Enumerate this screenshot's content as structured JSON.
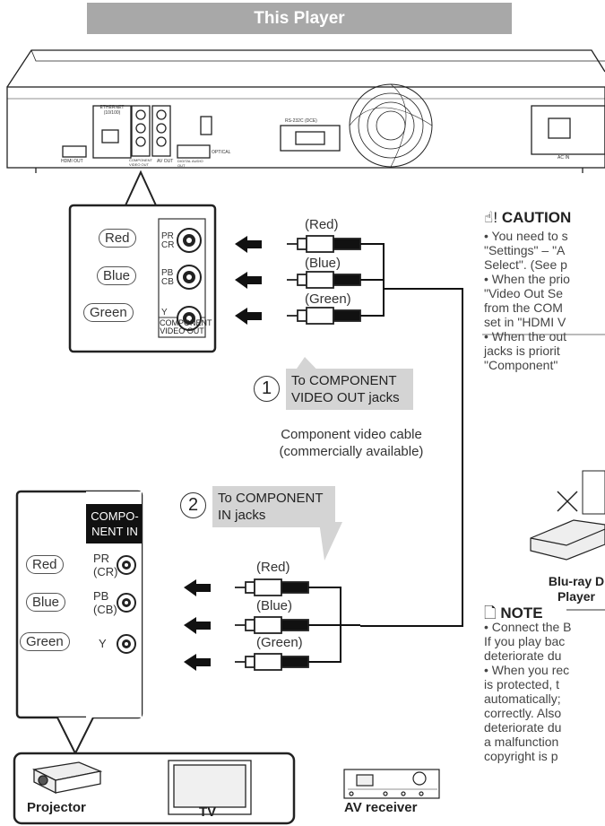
{
  "banner": {
    "title": "This Player"
  },
  "player_panel": {
    "ethernet": "ETHERNET",
    "ethernet_speed": "(10/100)",
    "hdmi_out": "HDMI OUT",
    "component_video_out": "COMPONENT VIDEO OUT",
    "av_out": "AV OUT",
    "digital_audio_out": "DIGITAL AUDIO OUT",
    "optical": "OPTICAL",
    "rs232c": "RS-232C (DCE)",
    "ac_in": "AC IN"
  },
  "player_jacks": {
    "colors": [
      "Red",
      "Blue",
      "Green"
    ],
    "jack_labels": [
      "PR CR",
      "PB CB",
      "Y"
    ],
    "panel_title": "COMPONENT VIDEO OUT"
  },
  "cable_top": {
    "colors": [
      "(Red)",
      "(Blue)",
      "(Green)"
    ]
  },
  "step1": {
    "number": "1",
    "text": "To COMPONENT VIDEO OUT jacks"
  },
  "cable_desc": {
    "line1": "Component video cable",
    "line2": "(commercially available)"
  },
  "step2": {
    "number": "2",
    "text": "To COMPONENT IN jacks"
  },
  "tv_jacks": {
    "panel_title": "COMPO-NENT IN",
    "colors": [
      "Red",
      "Blue",
      "Green"
    ],
    "jack_labels": [
      "PR (CR)",
      "PB (CB)",
      "Y"
    ]
  },
  "cable_bottom": {
    "colors": [
      "(Red)",
      "(Blue)",
      "(Green)"
    ]
  },
  "devices": [
    "Projector",
    "TV",
    "AV receiver"
  ],
  "caution": {
    "title": "CAUTION",
    "lines": [
      "• You need to s",
      "  \"Settings\" – \"A",
      "  Select\". (See p",
      "• When the prio",
      "  \"Video Out Se",
      "  from the COM",
      "  set in \"HDMI V",
      "• When the out",
      "  jacks is priorit",
      "  \"Component\""
    ]
  },
  "bluray_label": [
    "Blu-ray D",
    "Player"
  ],
  "note": {
    "title": "NOTE",
    "lines": [
      "• Connect the B",
      "  If you play bac",
      "  deteriorate du",
      "• When you rec",
      "  is protected, t",
      "  automatically;",
      "  correctly. Also",
      "  deteriorate du",
      "  a malfunction",
      "  copyright is p"
    ]
  },
  "colors": {
    "banner": "#a8a8a8",
    "callout": "#d4d4d4",
    "line": "#222222"
  }
}
